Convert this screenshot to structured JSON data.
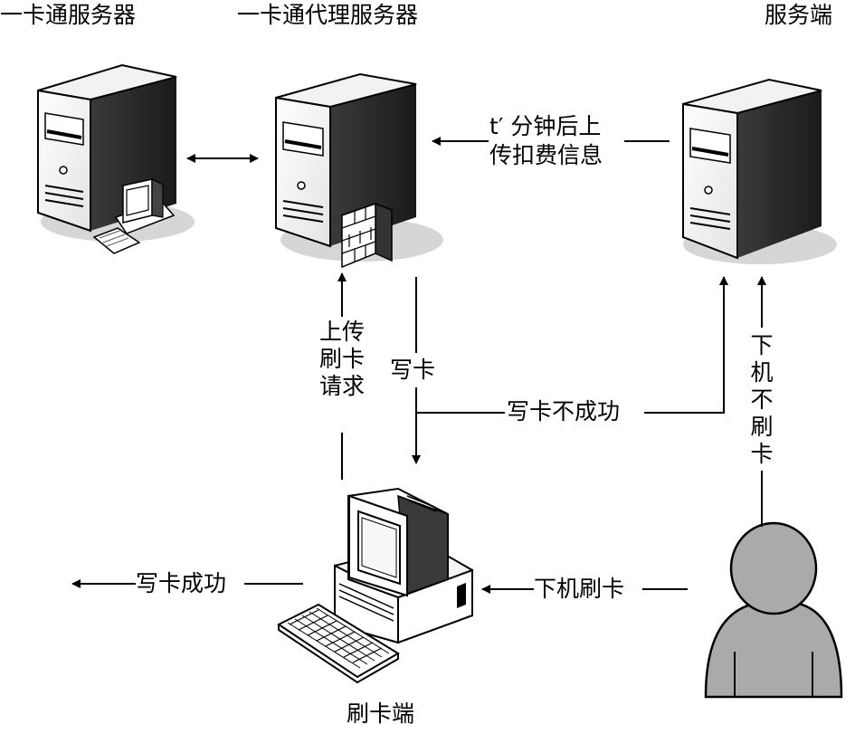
{
  "nodes": {
    "card_server": "一卡通服务器",
    "proxy_server": "一卡通代理服务器",
    "server_end": "服务端",
    "card_terminal": "刷卡端"
  },
  "edges": {
    "upload_deduct_line1": "t′ 分钟后上",
    "upload_deduct_line2": "传扣费信息",
    "upload_request": "上传\n刷卡\n请求",
    "write_card": "写卡",
    "write_fail": "写卡不成功",
    "offline_no_swipe": "下\n机\n不\n刷\n卡",
    "write_success": "写卡成功",
    "offline_swipe": "下机刷卡"
  }
}
